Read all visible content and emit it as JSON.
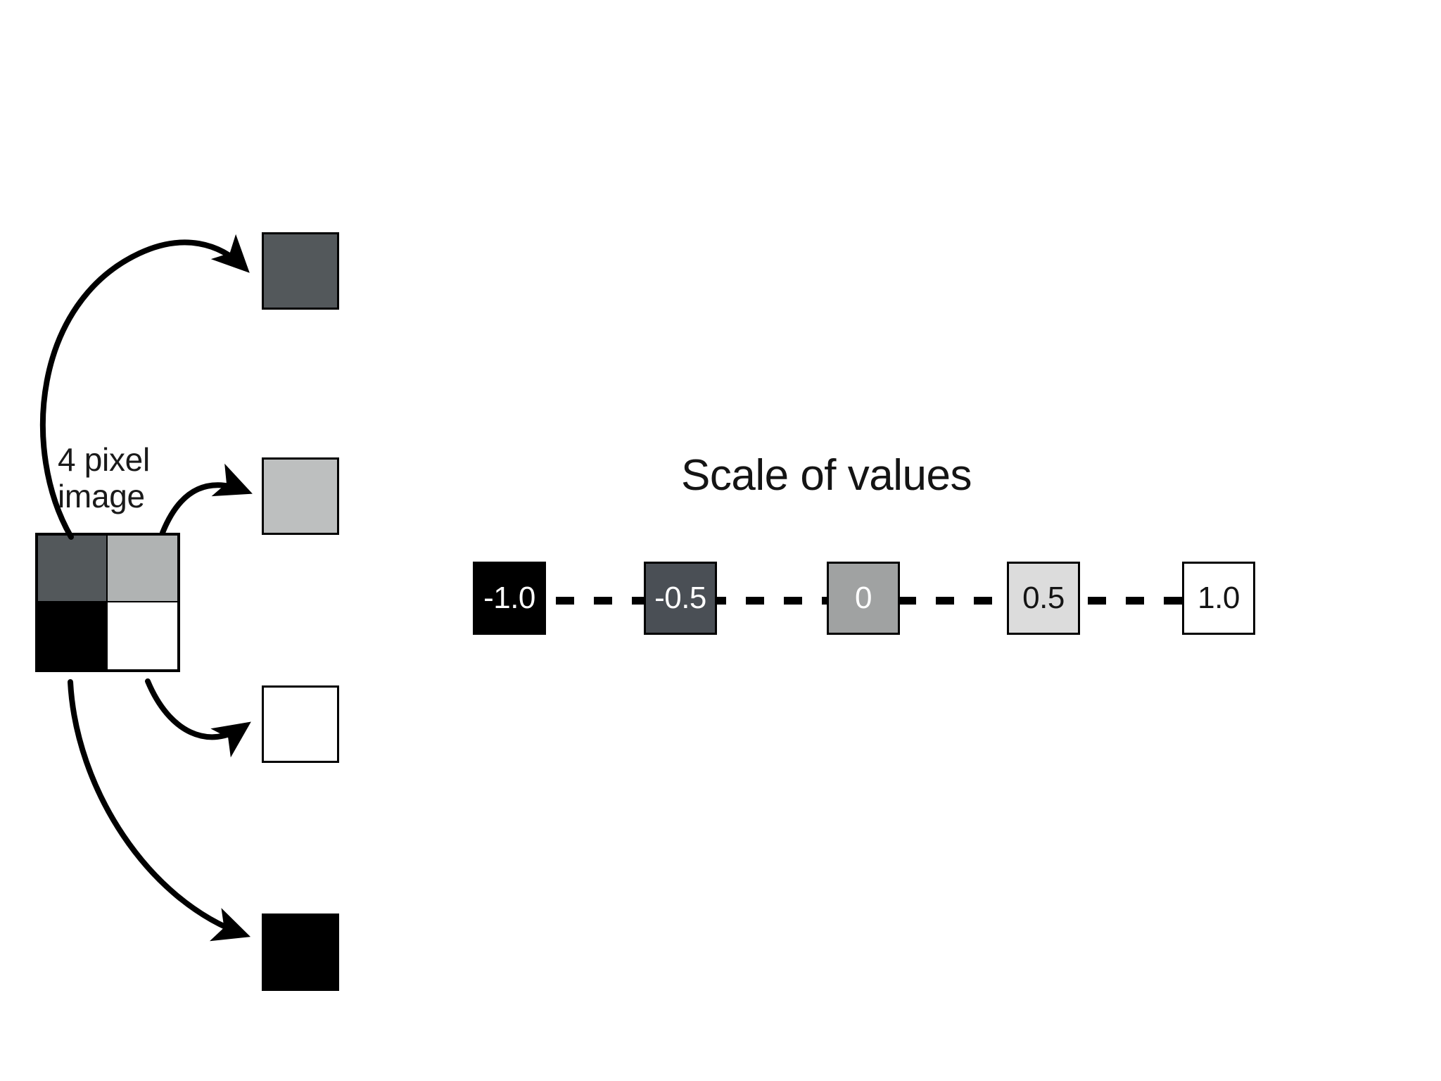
{
  "figure": {
    "source_image": {
      "label": "4 pixel\nimage",
      "pixels": [
        {
          "name": "top-left",
          "color": "#53585b",
          "value": -0.5
        },
        {
          "name": "top-right",
          "color": "#b0b3b3",
          "value": 0.25
        },
        {
          "name": "bottom-left",
          "color": "#000000",
          "value": -1.0
        },
        {
          "name": "bottom-right",
          "color": "#ffffff",
          "value": 1.0
        }
      ]
    },
    "expanded_swatches": [
      {
        "name": "dark-gray-swatch",
        "color": "#53585b"
      },
      {
        "name": "light-gray-swatch",
        "color": "#bdbfbf"
      },
      {
        "name": "white-swatch",
        "color": "#ffffff"
      },
      {
        "name": "black-swatch",
        "color": "#000000"
      }
    ]
  },
  "scale": {
    "title": "Scale of values",
    "swatches": [
      {
        "label": "-1.0",
        "color": "#000000",
        "text_color": "#ffffff",
        "bordered": false
      },
      {
        "label": "-0.5",
        "color": "#4a4f55",
        "text_color": "#ffffff",
        "bordered": true
      },
      {
        "label": "0",
        "color": "#a0a2a2",
        "text_color": "#ffffff",
        "bordered": true
      },
      {
        "label": "0.5",
        "color": "#dcdcdc",
        "text_color": "#141414",
        "bordered": true
      },
      {
        "label": "1.0",
        "color": "#ffffff",
        "text_color": "#141414",
        "bordered": true
      }
    ]
  },
  "chart_data": {
    "type": "heatmap",
    "title": "Scale of values",
    "description": "A 4 pixel (2x2) grayscale image with each pixel expanded to a swatch, plus a grayscale value scale from -1.0 (black) to 1.0 (white).",
    "grid": {
      "rows": 2,
      "cols": 2,
      "values": [
        [
          -0.5,
          0.25
        ],
        [
          -1.0,
          1.0
        ]
      ],
      "colors": [
        [
          "#53585b",
          "#b0b3b3"
        ],
        [
          "#000000",
          "#ffffff"
        ]
      ]
    },
    "colorbar": {
      "ticks": [
        -1.0,
        -0.5,
        0,
        0.5,
        1.0
      ],
      "tick_labels": [
        "-1.0",
        "-0.5",
        "0",
        "0.5",
        "1.0"
      ],
      "colors": [
        "#000000",
        "#4a4f55",
        "#a0a2a2",
        "#dcdcdc",
        "#ffffff"
      ],
      "range": [
        -1.0,
        1.0
      ],
      "orientation": "horizontal"
    },
    "xlabel": "",
    "ylabel": "",
    "grid_on": false,
    "legend_position": "none"
  }
}
